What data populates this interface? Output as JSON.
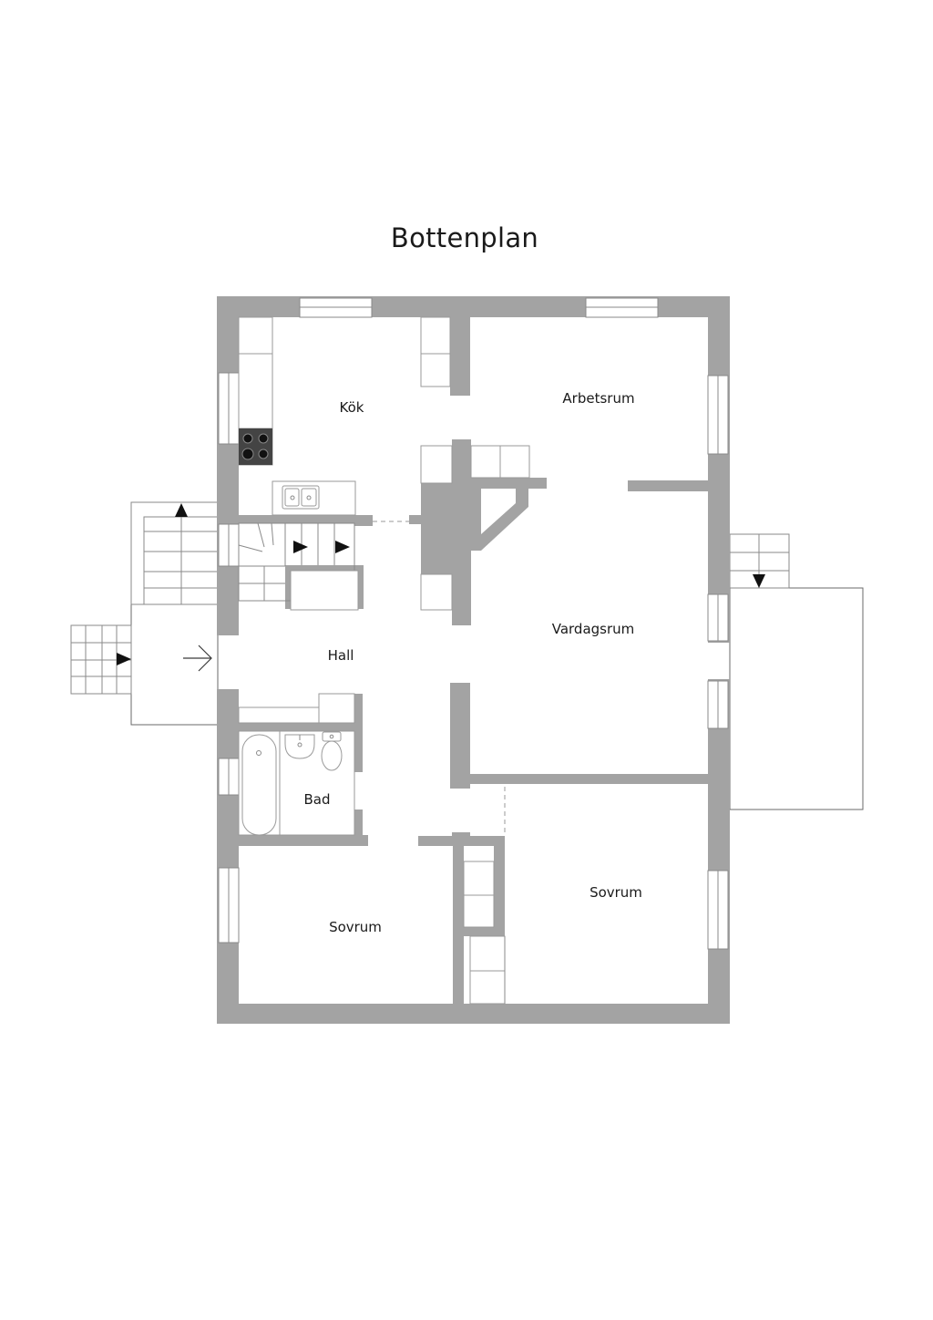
{
  "plan": {
    "title": "Bottenplan",
    "rooms": {
      "kok": "Kök",
      "arbetsrum": "Arbetsrum",
      "hall": "Hall",
      "vardagsrum": "Vardagsrum",
      "bad": "Bad",
      "sovrum_left": "Sovrum",
      "sovrum_right": "Sovrum"
    }
  },
  "colors": {
    "wall": "#a3a3a3",
    "line": "#8a8a8a",
    "text": "#1a1a1a",
    "background": "#ffffff"
  }
}
